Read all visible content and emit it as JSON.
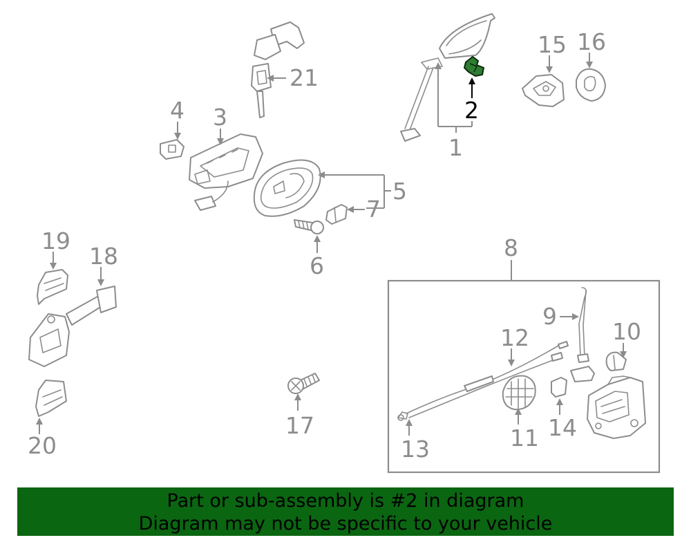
{
  "callouts": {
    "c1": "1",
    "c2": "2",
    "c3": "3",
    "c4": "4",
    "c5": "5",
    "c6": "6",
    "c7": "7",
    "c8": "8",
    "c9": "9",
    "c10": "10",
    "c11": "11",
    "c12": "12",
    "c13": "13",
    "c14": "14",
    "c15": "15",
    "c16": "16",
    "c17": "17",
    "c18": "18",
    "c19": "19",
    "c20": "20",
    "c21": "21"
  },
  "highlighted_part": "2",
  "colors": {
    "highlight": "#2e7d32",
    "banner": "#0b6612",
    "line_art": "#8c8c8c"
  },
  "banner": {
    "line1": "Part or sub-assembly is #2 in diagram",
    "line2": "Diagram may not be specific to your vehicle"
  }
}
